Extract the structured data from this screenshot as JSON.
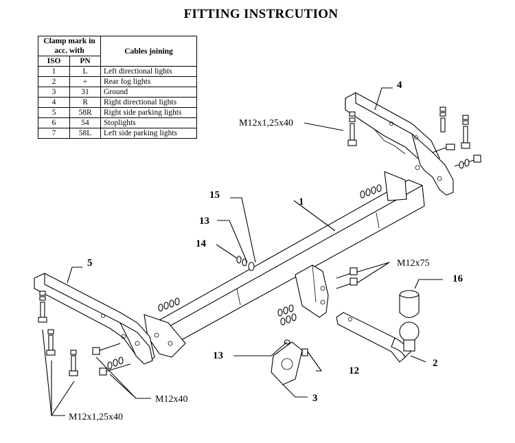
{
  "title": "FITTING INSTRCUTION",
  "table": {
    "header_clamp": "Clamp mark in acc. with",
    "header_cables": "Cables joining",
    "header_iso": "ISO",
    "header_pn": "PN",
    "rows": [
      {
        "iso": "1",
        "pn": "L",
        "desc": "Left directional lights"
      },
      {
        "iso": "2",
        "pn": "+",
        "desc": "Rear fog lights"
      },
      {
        "iso": "3",
        "pn": "31",
        "desc": "Ground"
      },
      {
        "iso": "4",
        "pn": "R",
        "desc": "Right directional lights"
      },
      {
        "iso": "5",
        "pn": "58R",
        "desc": "Right side parking lights"
      },
      {
        "iso": "6",
        "pn": "54",
        "desc": "Stoplights"
      },
      {
        "iso": "7",
        "pn": "58L",
        "desc": "Left side parking lights"
      }
    ]
  },
  "labels": {
    "bolt_top_right": "M12x1,25x40",
    "bolt_m12x75": "M12x75",
    "bolt_m12x40": "M12x40",
    "bolt_bottom_left": "M12x1,25x40"
  },
  "part_numbers": {
    "p1": "1",
    "p2": "2",
    "p3": "3",
    "p4": "4",
    "p5": "5",
    "p12": "12",
    "p13a": "13",
    "p13b": "13",
    "p15": "15",
    "p14": "14",
    "p16": "16"
  }
}
